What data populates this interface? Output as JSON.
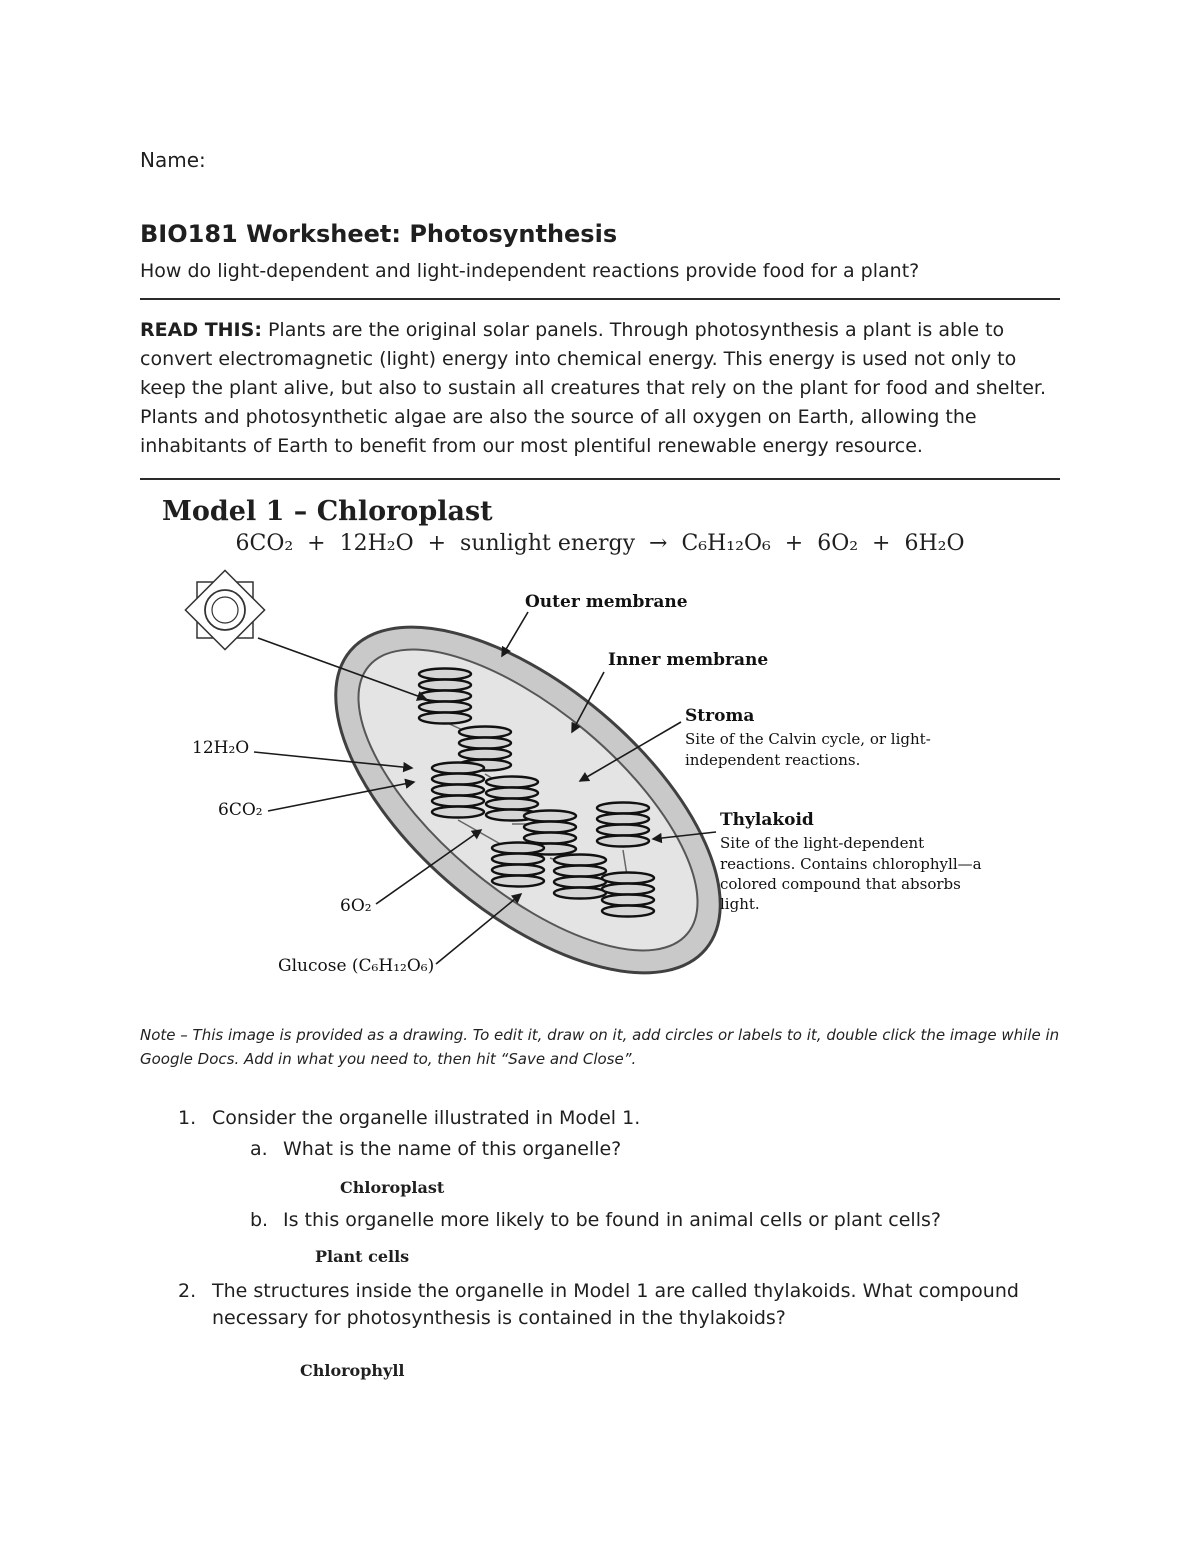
{
  "header": {
    "name_label": "Name:",
    "title": "BIO181 Worksheet: Photosynthesis",
    "subtitle": "How do light-dependent and light-independent reactions provide food for a plant?"
  },
  "read_this": {
    "label": "READ THIS:",
    "text": " Plants are the original solar panels. Through photosynthesis a plant is able to convert electromagnetic (light) energy into chemical energy. This energy is used not only to keep the plant alive, but also to sustain all creatures that rely on the plant for food and shelter. Plants and photosynthetic algae are also the source of all oxygen on Earth, allowing the inhabitants of Earth to benefit from our most plentiful renewable energy resource."
  },
  "model1": {
    "heading": "Model 1 – Chloroplast",
    "equation": "6CO₂  +  12H₂O  +  sunlight energy  →  C₆H₁₂O₆  +  6O₂  +  6H₂O",
    "diagram_labels": {
      "outer_membrane": "Outer membrane",
      "inner_membrane": "Inner membrane",
      "stroma": {
        "title": "Stroma",
        "desc": "Site of the Calvin cycle, or light-independent reactions."
      },
      "thylakoid": {
        "title": "Thylakoid",
        "desc": "Site of the light-dependent reactions. Contains chlorophyll—a colored compound that absorbs light."
      },
      "water": "12H₂O",
      "co2": "6CO₂",
      "o2": "6O₂",
      "glucose": "Glucose (C₆H₁₂O₆)"
    }
  },
  "note": {
    "text": "Note – This image is provided as a drawing. To edit it, draw on it, add circles or labels to it, double click the image while in Google Docs. Add in what you need to, then hit “Save and Close”."
  },
  "questions": [
    {
      "number": "1.",
      "text": "Consider the organelle illustrated in Model 1.",
      "subs": [
        {
          "letter": "a.",
          "text": "What is the name of this organelle?",
          "answer": "Chloroplast"
        },
        {
          "letter": "b.",
          "text": "Is this organelle more likely to be found in animal cells or plant cells?",
          "answer": "Plant cells"
        }
      ]
    },
    {
      "number": "2.",
      "text": "The structures inside the organelle in Model 1 are called thylakoids. What compound necessary for photosynthesis is contained in the thylakoids?",
      "answer": "Chlorophyll"
    }
  ]
}
